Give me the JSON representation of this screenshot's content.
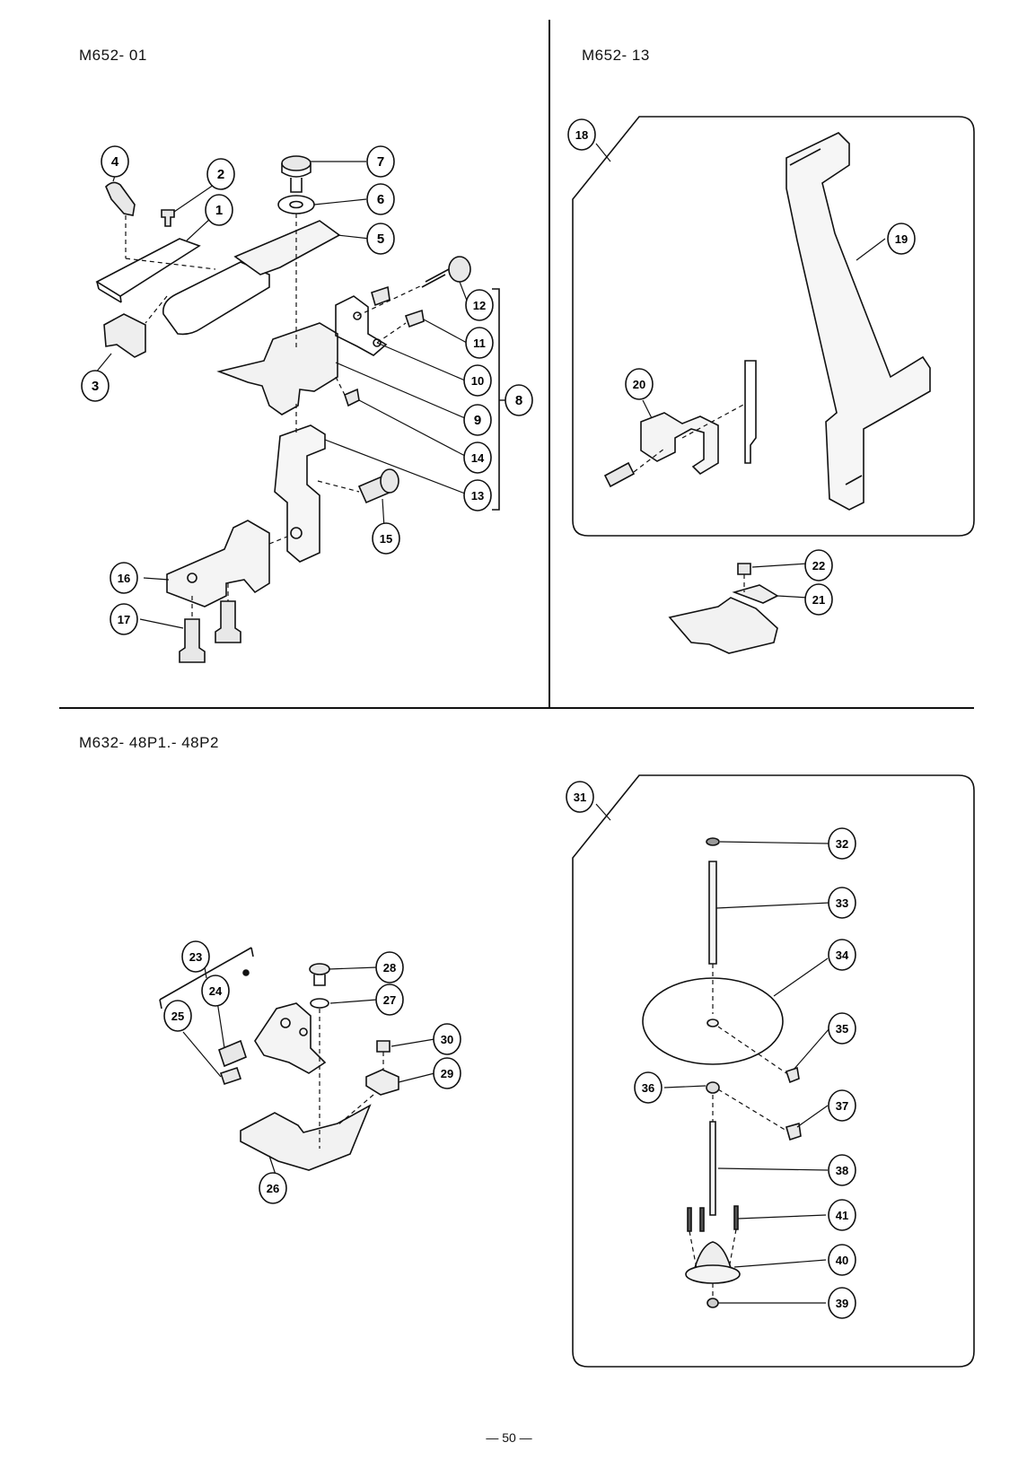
{
  "sections": {
    "top_left": {
      "title": "M652- 01"
    },
    "top_right": {
      "title": "M652- 13"
    },
    "bottom": {
      "title": "M632- 48P1.- 48P2"
    }
  },
  "callouts": [
    "1",
    "2",
    "3",
    "4",
    "5",
    "6",
    "7",
    "8",
    "9",
    "10",
    "11",
    "12",
    "13",
    "14",
    "15",
    "16",
    "17",
    "18",
    "19",
    "20",
    "21",
    "22",
    "23",
    "24",
    "25",
    "26",
    "27",
    "28",
    "29",
    "30",
    "31",
    "32",
    "33",
    "34",
    "35",
    "36",
    "37",
    "38",
    "39",
    "40",
    "41"
  ],
  "footer": {
    "page_number": "— 50 —"
  }
}
